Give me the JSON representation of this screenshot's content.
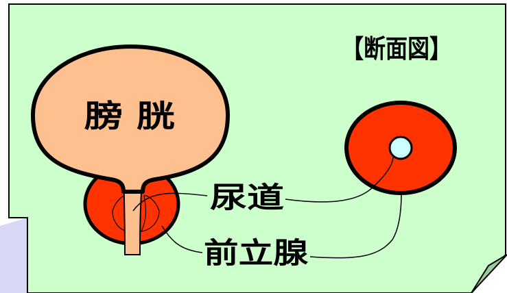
{
  "diagram": {
    "section_title": "【断面図】",
    "labels": {
      "bladder": "膀 胱",
      "urethra": "尿道",
      "prostate": "前立腺"
    },
    "colors": {
      "panel_background": "#ccffcc",
      "side_tab": "#d8d8f4",
      "bladder_fill": "#ffc090",
      "prostate_fill": "#ff3300",
      "urethra_fill": "#ccffff",
      "outline": "#000000"
    }
  }
}
